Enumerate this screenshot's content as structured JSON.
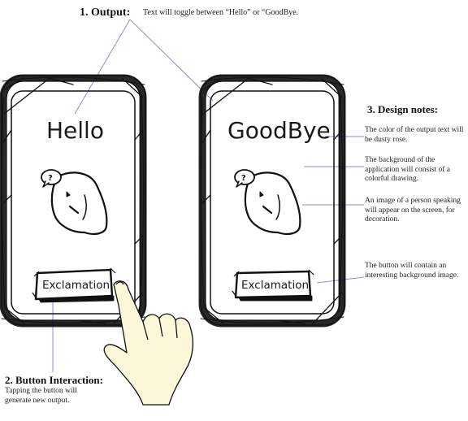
{
  "output_note": {
    "heading": "1. Output:",
    "text": "Text will toggle between “Hello” or “GoodBye."
  },
  "phone_left": {
    "output_text": "Hello",
    "button_label": "Exclamation"
  },
  "phone_right": {
    "output_text": "GoodBye",
    "button_label": "Exclamation"
  },
  "design_notes": {
    "heading": "3. Design notes:",
    "items": [
      "The color of the output text will be dusty rose.",
      "The background of the application will consist of a colorful drawing.",
      "An image of a person speaking will appear on the screen, for decoration.",
      "The button will contain an interesting background image."
    ]
  },
  "button_interaction": {
    "heading": "2. Button Interaction:",
    "text": "Tapping the button will generate new output."
  },
  "colors": {
    "ink": "#1a1a1a",
    "pointer_line": "#8a8fd8",
    "hand_fill": "#fbf7d8"
  }
}
